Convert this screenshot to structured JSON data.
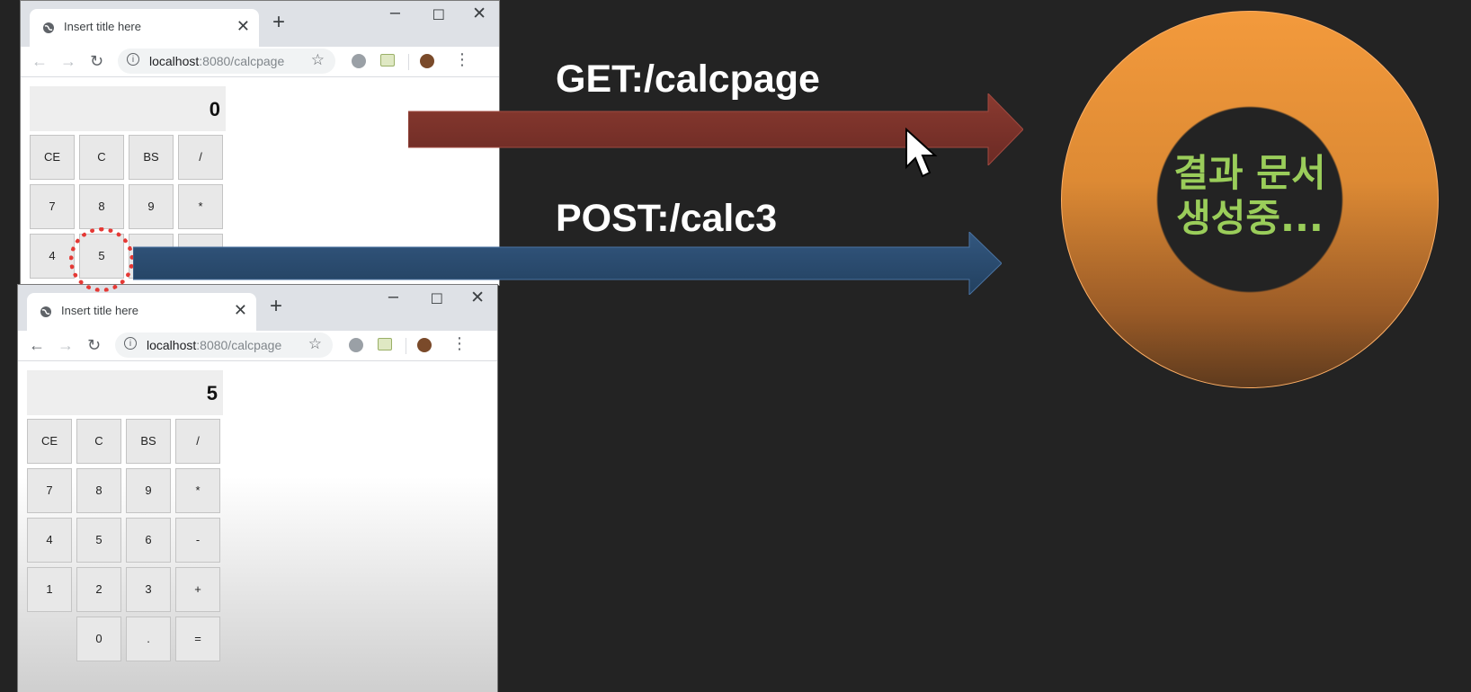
{
  "window1": {
    "tab_title": "Insert title here",
    "url_host": "localhost",
    "url_rest": ":8080/calcpage",
    "display": "0",
    "buttons": [
      {
        "label": "CE",
        "row": 0,
        "col": 0
      },
      {
        "label": "C",
        "row": 0,
        "col": 1
      },
      {
        "label": "BS",
        "row": 0,
        "col": 2
      },
      {
        "label": "/",
        "row": 0,
        "col": 3
      },
      {
        "label": "7",
        "row": 1,
        "col": 0
      },
      {
        "label": "8",
        "row": 1,
        "col": 1
      },
      {
        "label": "9",
        "row": 1,
        "col": 2
      },
      {
        "label": "*",
        "row": 1,
        "col": 3
      },
      {
        "label": "4",
        "row": 2,
        "col": 0
      },
      {
        "label": "5",
        "row": 2,
        "col": 1
      },
      {
        "label": "",
        "row": 2,
        "col": 2
      },
      {
        "label": "",
        "row": 2,
        "col": 3
      }
    ]
  },
  "window2": {
    "tab_title": "Insert title here",
    "url_host": "localhost",
    "url_rest": ":8080/calcpage",
    "display": "5",
    "buttons": [
      {
        "label": "CE",
        "row": 0,
        "col": 0
      },
      {
        "label": "C",
        "row": 0,
        "col": 1
      },
      {
        "label": "BS",
        "row": 0,
        "col": 2
      },
      {
        "label": "/",
        "row": 0,
        "col": 3
      },
      {
        "label": "7",
        "row": 1,
        "col": 0
      },
      {
        "label": "8",
        "row": 1,
        "col": 1
      },
      {
        "label": "9",
        "row": 1,
        "col": 2
      },
      {
        "label": "*",
        "row": 1,
        "col": 3
      },
      {
        "label": "4",
        "row": 2,
        "col": 0
      },
      {
        "label": "5",
        "row": 2,
        "col": 1
      },
      {
        "label": "6",
        "row": 2,
        "col": 2
      },
      {
        "label": "-",
        "row": 2,
        "col": 3
      },
      {
        "label": "1",
        "row": 3,
        "col": 0
      },
      {
        "label": "2",
        "row": 3,
        "col": 1
      },
      {
        "label": "3",
        "row": 3,
        "col": 2
      },
      {
        "label": "+",
        "row": 3,
        "col": 3
      },
      {
        "label": "0",
        "row": 4,
        "col": 1
      },
      {
        "label": ".",
        "row": 4,
        "col": 2
      },
      {
        "label": "=",
        "row": 4,
        "col": 3
      }
    ]
  },
  "diagram": {
    "get_label": "GET:/calcpage",
    "post_label": "POST:/calc3",
    "server_text_line1": "결과 문서",
    "server_text_line2": "생성중...",
    "get_arrow_color": "#7b2f28",
    "post_arrow_color": "#2a4a72",
    "server_color": "#e98b32",
    "server_text_color": "#9acd5a",
    "highlight_color": "#e53935"
  },
  "icons": {
    "tab_icon": "globe-icon",
    "new_tab": "plus-icon",
    "back": "back-arrow-icon",
    "forward": "forward-arrow-icon",
    "reload": "reload-icon",
    "bookmark": "star-icon",
    "menu": "kebab-menu-icon"
  }
}
